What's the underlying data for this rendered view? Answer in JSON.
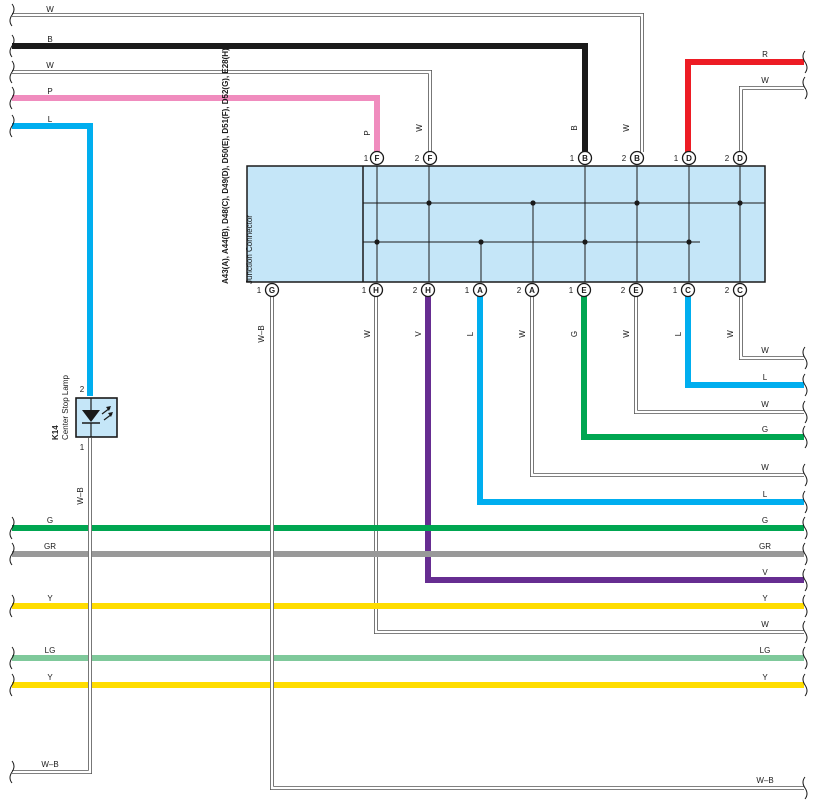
{
  "junction": {
    "codes": "A43(A), A44(B), D48(C), D49(D), D50(E), D51(F), D52(G), E28(H)",
    "name": "Junction Connector"
  },
  "lamp": {
    "code": "K14",
    "name": "Center Stop Lamp",
    "pin_top": "2",
    "pin_bottom": "1",
    "wire": "W–B"
  },
  "top_pins": [
    {
      "num": "1",
      "letter": "F",
      "wire": "P"
    },
    {
      "num": "2",
      "letter": "F",
      "wire": "W"
    },
    {
      "num": "1",
      "letter": "B",
      "wire": "B"
    },
    {
      "num": "2",
      "letter": "B",
      "wire": "W"
    },
    {
      "num": "1",
      "letter": "D",
      "wire": ""
    },
    {
      "num": "2",
      "letter": "D",
      "wire": ""
    }
  ],
  "bottom_pins": [
    {
      "num": "1",
      "letter": "G",
      "wire": "W–B"
    },
    {
      "num": "1",
      "letter": "H",
      "wire": "W"
    },
    {
      "num": "2",
      "letter": "H",
      "wire": "V"
    },
    {
      "num": "1",
      "letter": "A",
      "wire": "L"
    },
    {
      "num": "2",
      "letter": "A",
      "wire": "W"
    },
    {
      "num": "1",
      "letter": "E",
      "wire": "G"
    },
    {
      "num": "2",
      "letter": "E",
      "wire": "W"
    },
    {
      "num": "1",
      "letter": "C",
      "wire": "L"
    },
    {
      "num": "2",
      "letter": "C",
      "wire": "W"
    }
  ],
  "left_wires": [
    {
      "label": "W"
    },
    {
      "label": "B"
    },
    {
      "label": "W"
    },
    {
      "label": "P"
    },
    {
      "label": "L"
    },
    {
      "label": "G"
    },
    {
      "label": "GR"
    },
    {
      "label": "Y"
    },
    {
      "label": "LG"
    },
    {
      "label": "Y"
    },
    {
      "label": "W–B"
    }
  ],
  "right_wires": [
    {
      "label": "R"
    },
    {
      "label": "W"
    },
    {
      "label": "W"
    },
    {
      "label": "L"
    },
    {
      "label": "W"
    },
    {
      "label": "G"
    },
    {
      "label": "W"
    },
    {
      "label": "L"
    },
    {
      "label": "G"
    },
    {
      "label": "GR"
    },
    {
      "label": "V"
    },
    {
      "label": "Y"
    },
    {
      "label": "W"
    },
    {
      "label": "LG"
    },
    {
      "label": "Y"
    },
    {
      "label": "W–B"
    }
  ],
  "colors": {
    "black": "#1a1a1a",
    "pink": "#f08cbe",
    "blue": "#00aeef",
    "red": "#ed1c24",
    "green": "#00a651",
    "gray": "#999999",
    "yellow": "#ffdd00",
    "light_green": "#7fc99b",
    "violet": "#662d91",
    "connector_fill": "#c5e6f8"
  }
}
